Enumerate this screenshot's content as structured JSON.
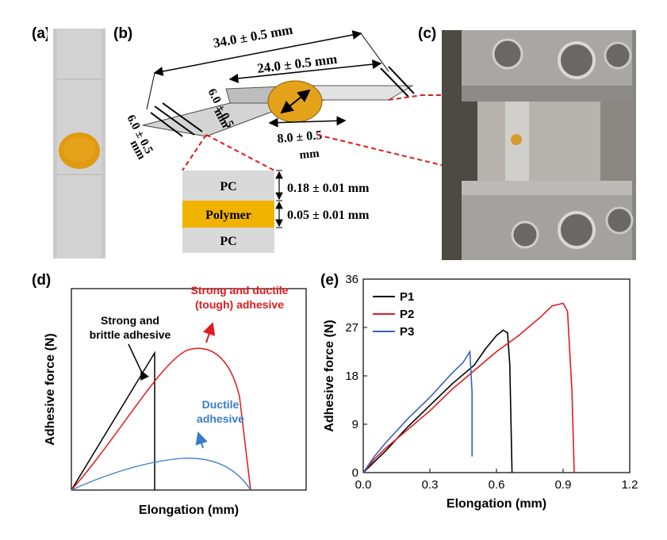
{
  "panels": {
    "a": "(a)",
    "b": "(b)",
    "c": "(c)",
    "d": "(d)",
    "e": "(e)"
  },
  "schematic": {
    "dim_total": "34.0 ± 0.5 mm",
    "dim_overlap": "24.0 ± 0.5 mm",
    "dim_width_left": "6.0 ± 0.5",
    "dim_width_left_unit": "mm",
    "dim_width_mid": "6.0 ± 0.5",
    "dim_width_mid_unit": "mm",
    "dim_disc_a": "8.0 ± 0.5",
    "dim_disc_b": "mm",
    "layers": [
      {
        "name": "PC",
        "color": "#d9d9d9"
      },
      {
        "name": "Polymer",
        "color": "#f0b400"
      },
      {
        "name": "PC",
        "color": "#d9d9d9"
      }
    ],
    "thickness_pc": "0.18 ± 0.01 mm",
    "thickness_polymer": "0.05 ± 0.01 mm"
  },
  "chart_d": {
    "xlabel": "Elongation (mm)",
    "ylabel": "Adhesive force (N)",
    "annotations": {
      "brittle_l1": "Strong and",
      "brittle_l2": "brittle adhesive",
      "tough_l1": "Strong and ductile",
      "tough_l2": "(tough) adhesive",
      "ductile_l1": "Ductile",
      "ductile_l2": "adhesive"
    },
    "colors": {
      "brittle": "#000000",
      "tough": "#e31a1c",
      "ductile": "#3a7cc7"
    }
  },
  "chart_data": [
    {
      "type": "line",
      "xlabel": "Elongation (mm)",
      "ylabel": "Adhesive force (N)",
      "xlim": [
        0,
        1.2
      ],
      "ylim": [
        0,
        36
      ],
      "xticks": [
        "0.0",
        "0.3",
        "0.6",
        "0.9",
        "1.2"
      ],
      "yticks": [
        "0",
        "9",
        "18",
        "27",
        "36"
      ],
      "legend_position": "top-left",
      "series": [
        {
          "name": "P1",
          "color": "#000000",
          "x": [
            0,
            0.05,
            0.1,
            0.2,
            0.3,
            0.4,
            0.5,
            0.55,
            0.6,
            0.63,
            0.65,
            0.66,
            0.67
          ],
          "y": [
            0,
            2,
            4,
            8.5,
            12.5,
            16.5,
            20,
            23,
            25.5,
            26.5,
            26,
            20,
            0
          ]
        },
        {
          "name": "P2",
          "color": "#e31a1c",
          "x": [
            0,
            0.05,
            0.1,
            0.2,
            0.3,
            0.4,
            0.5,
            0.6,
            0.7,
            0.8,
            0.85,
            0.9,
            0.92,
            0.94,
            0.95
          ],
          "y": [
            0,
            2.5,
            4.5,
            8,
            11.5,
            15.5,
            19,
            22.5,
            25.5,
            29,
            31,
            31.5,
            30,
            15,
            0
          ]
        },
        {
          "name": "P3",
          "color": "#3a5fc0",
          "x": [
            0,
            0.05,
            0.1,
            0.2,
            0.3,
            0.4,
            0.45,
            0.48,
            0.49,
            0.49
          ],
          "y": [
            0,
            3,
            5.5,
            10,
            14,
            18.5,
            20.5,
            22.5,
            15,
            3
          ]
        }
      ]
    }
  ]
}
